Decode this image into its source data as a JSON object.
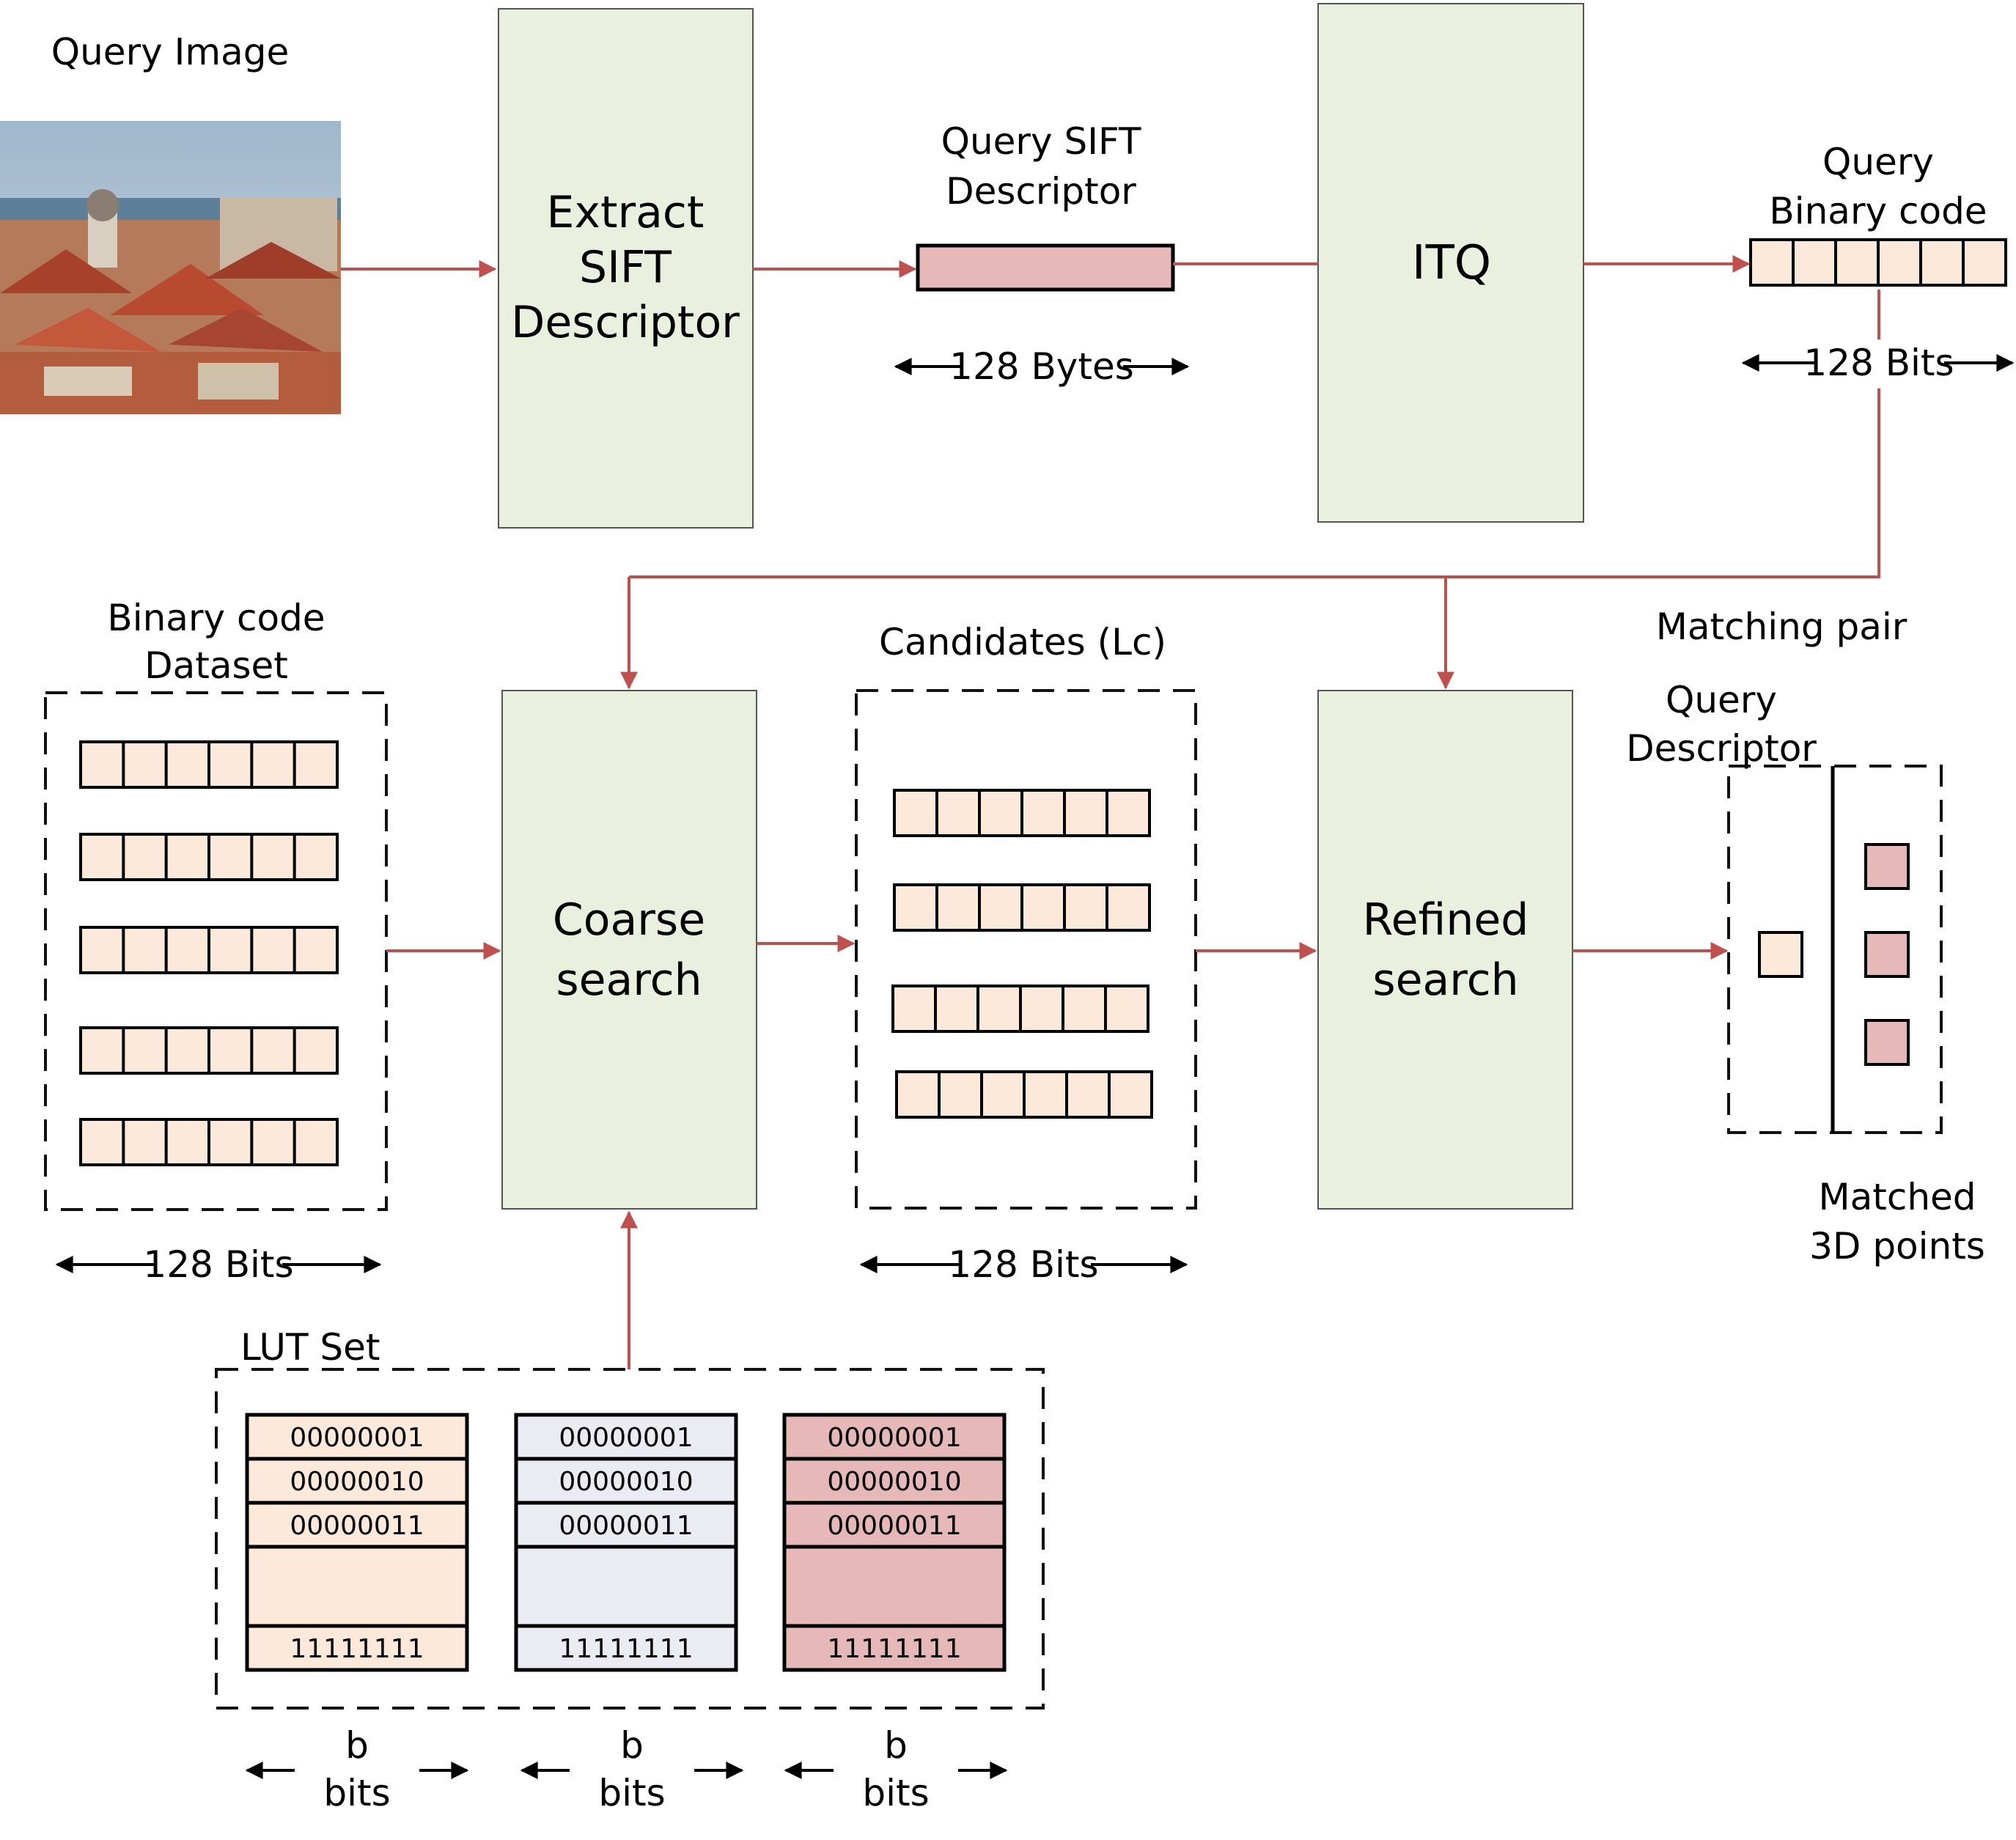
{
  "colors": {
    "arrow": "#c0504d",
    "process_box": "#e9f0dd",
    "binary_cell": "#fde9d9",
    "sift_bar": "#e6b9b8",
    "lut_1": "#fde9d9",
    "lut_2": "#ebebf3",
    "lut_3": "#e6b9b8"
  },
  "labels": {
    "query_image": "Query Image",
    "extract": [
      "Extract",
      "SIFT",
      "Descriptor"
    ],
    "query_sift": [
      "Query SIFT",
      "Descriptor"
    ],
    "bytes_128": "128 Bytes",
    "itq": "ITQ",
    "query_binary": [
      "Query",
      "Binary code"
    ],
    "bits_128": "128 Bits",
    "binary_dataset": [
      "Binary code",
      "Dataset"
    ],
    "coarse": [
      "Coarse",
      "search"
    ],
    "candidates": "Candidates (Lc)",
    "refined": [
      "Refined",
      "search"
    ],
    "matching_pair": "Matching  pair",
    "query_descriptor": [
      "Query",
      "Descriptor"
    ],
    "matched": [
      "Matched",
      "3D points"
    ],
    "lut_set": "LUT Set",
    "b_bits": [
      "b",
      "bits"
    ]
  },
  "lut_rows": [
    "00000001",
    "00000010",
    "00000011",
    "",
    "11111111"
  ]
}
